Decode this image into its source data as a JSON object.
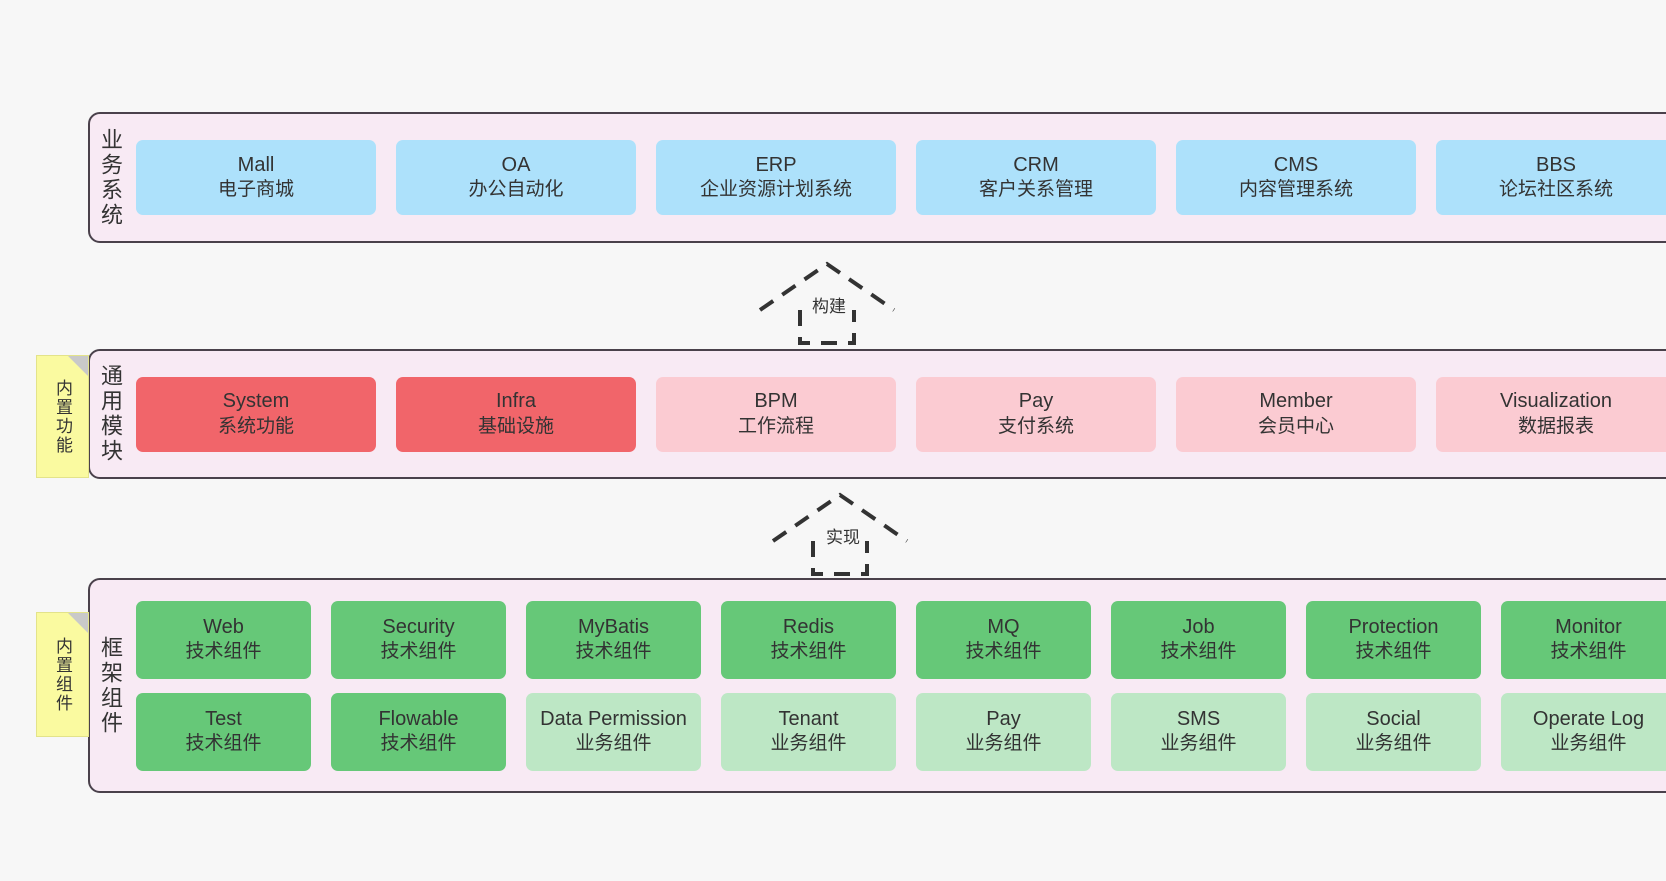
{
  "diagram": {
    "title": "",
    "colors": {
      "panel_bg": "#f8eaf4",
      "panel_border": "#4a414b",
      "blue": "#ade1fb",
      "red_strong": "#f1656a",
      "red_light": "#fbcbd2",
      "green_strong": "#66c878",
      "green_light": "#bde7c5",
      "note_yellow": "#fafaa0",
      "canvas_bg": "#f7f7f7"
    }
  },
  "layers": [
    {
      "id": "business",
      "side_title": "业务系统",
      "rows": [
        [
          {
            "en": "Mall",
            "cn": "电子商城",
            "style": "blue"
          },
          {
            "en": "OA",
            "cn": "办公自动化",
            "style": "blue"
          },
          {
            "en": "ERP",
            "cn": "企业资源计划系统",
            "style": "blue"
          },
          {
            "en": "CRM",
            "cn": "客户关系管理",
            "style": "blue"
          },
          {
            "en": "CMS",
            "cn": "内容管理系统",
            "style": "blue"
          },
          {
            "en": "BBS",
            "cn": "论坛社区系统",
            "style": "blue"
          }
        ]
      ]
    },
    {
      "id": "common",
      "side_title": "通用模块",
      "rows": [
        [
          {
            "en": "System",
            "cn": "系统功能",
            "style": "red-strong"
          },
          {
            "en": "Infra",
            "cn": "基础设施",
            "style": "red-strong"
          },
          {
            "en": "BPM",
            "cn": "工作流程",
            "style": "red-light"
          },
          {
            "en": "Pay",
            "cn": "支付系统",
            "style": "red-light"
          },
          {
            "en": "Member",
            "cn": "会员中心",
            "style": "red-light"
          },
          {
            "en": "Visualization",
            "cn": "数据报表",
            "style": "red-light"
          }
        ]
      ]
    },
    {
      "id": "framework",
      "side_title": "框架组件",
      "rows": [
        [
          {
            "en": "Web",
            "cn": "技术组件",
            "style": "green-strong"
          },
          {
            "en": "Security",
            "cn": "技术组件",
            "style": "green-strong"
          },
          {
            "en": "MyBatis",
            "cn": "技术组件",
            "style": "green-strong"
          },
          {
            "en": "Redis",
            "cn": "技术组件",
            "style": "green-strong"
          },
          {
            "en": "MQ",
            "cn": "技术组件",
            "style": "green-strong"
          },
          {
            "en": "Job",
            "cn": "技术组件",
            "style": "green-strong"
          },
          {
            "en": "Protection",
            "cn": "技术组件",
            "style": "green-strong"
          },
          {
            "en": "Monitor",
            "cn": "技术组件",
            "style": "green-strong"
          }
        ],
        [
          {
            "en": "Test",
            "cn": "技术组件",
            "style": "green-strong"
          },
          {
            "en": "Flowable",
            "cn": "技术组件",
            "style": "green-strong"
          },
          {
            "en": "Data Permission",
            "cn": "业务组件",
            "style": "green-light",
            "wrap": true
          },
          {
            "en": "Tenant",
            "cn": "业务组件",
            "style": "green-light"
          },
          {
            "en": "Pay",
            "cn": "业务组件",
            "style": "green-light"
          },
          {
            "en": "SMS",
            "cn": "业务组件",
            "style": "green-light"
          },
          {
            "en": "Social",
            "cn": "业务组件",
            "style": "green-light"
          },
          {
            "en": "Operate Log",
            "cn": "业务组件",
            "style": "green-light"
          }
        ]
      ]
    }
  ],
  "notes": [
    {
      "id": "builtin-func",
      "text": "内置功能"
    },
    {
      "id": "builtin-comp",
      "text": "内置组件"
    }
  ],
  "arrows": [
    {
      "id": "build",
      "label": "构建",
      "from": "common",
      "to": "business"
    },
    {
      "id": "impl",
      "label": "实现",
      "from": "framework",
      "to": "common"
    }
  ]
}
